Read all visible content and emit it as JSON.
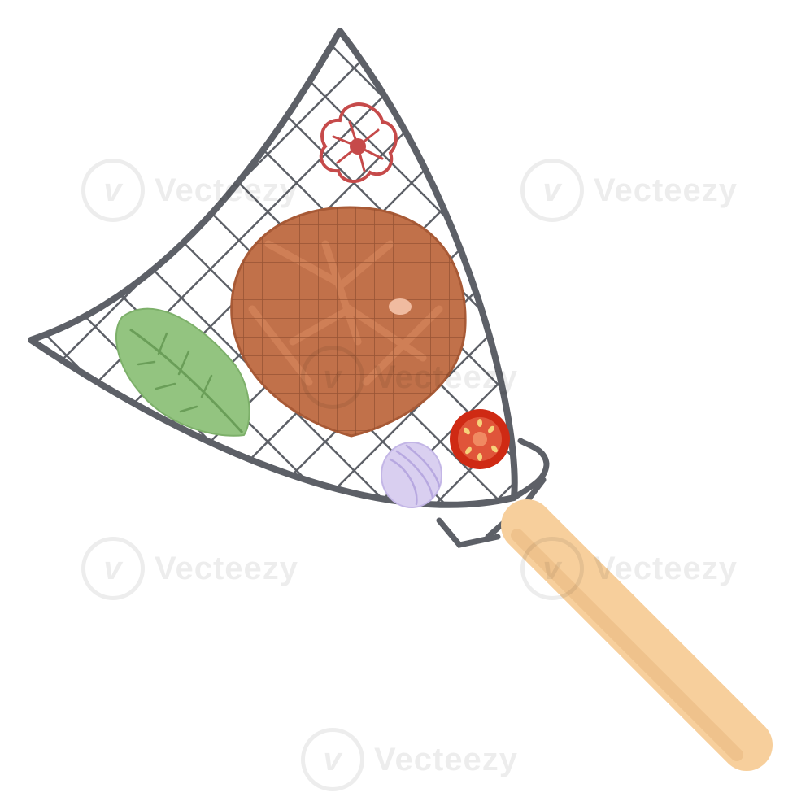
{
  "watermark": {
    "brand": "Vecteezy",
    "logo_glyph": "v"
  },
  "objects": [
    {
      "name": "grill-basket",
      "color": "#5d6067"
    },
    {
      "name": "wooden-handle",
      "color": "#f7cf9c"
    },
    {
      "name": "grilled-steak",
      "color": "#c1714a"
    },
    {
      "name": "basil-leaf",
      "color": "#93c480"
    },
    {
      "name": "tomato-slice",
      "color": "#cf2a14"
    },
    {
      "name": "onion",
      "color": "#d9cff0"
    },
    {
      "name": "pepper-ring",
      "color": "#c64a4a"
    }
  ]
}
